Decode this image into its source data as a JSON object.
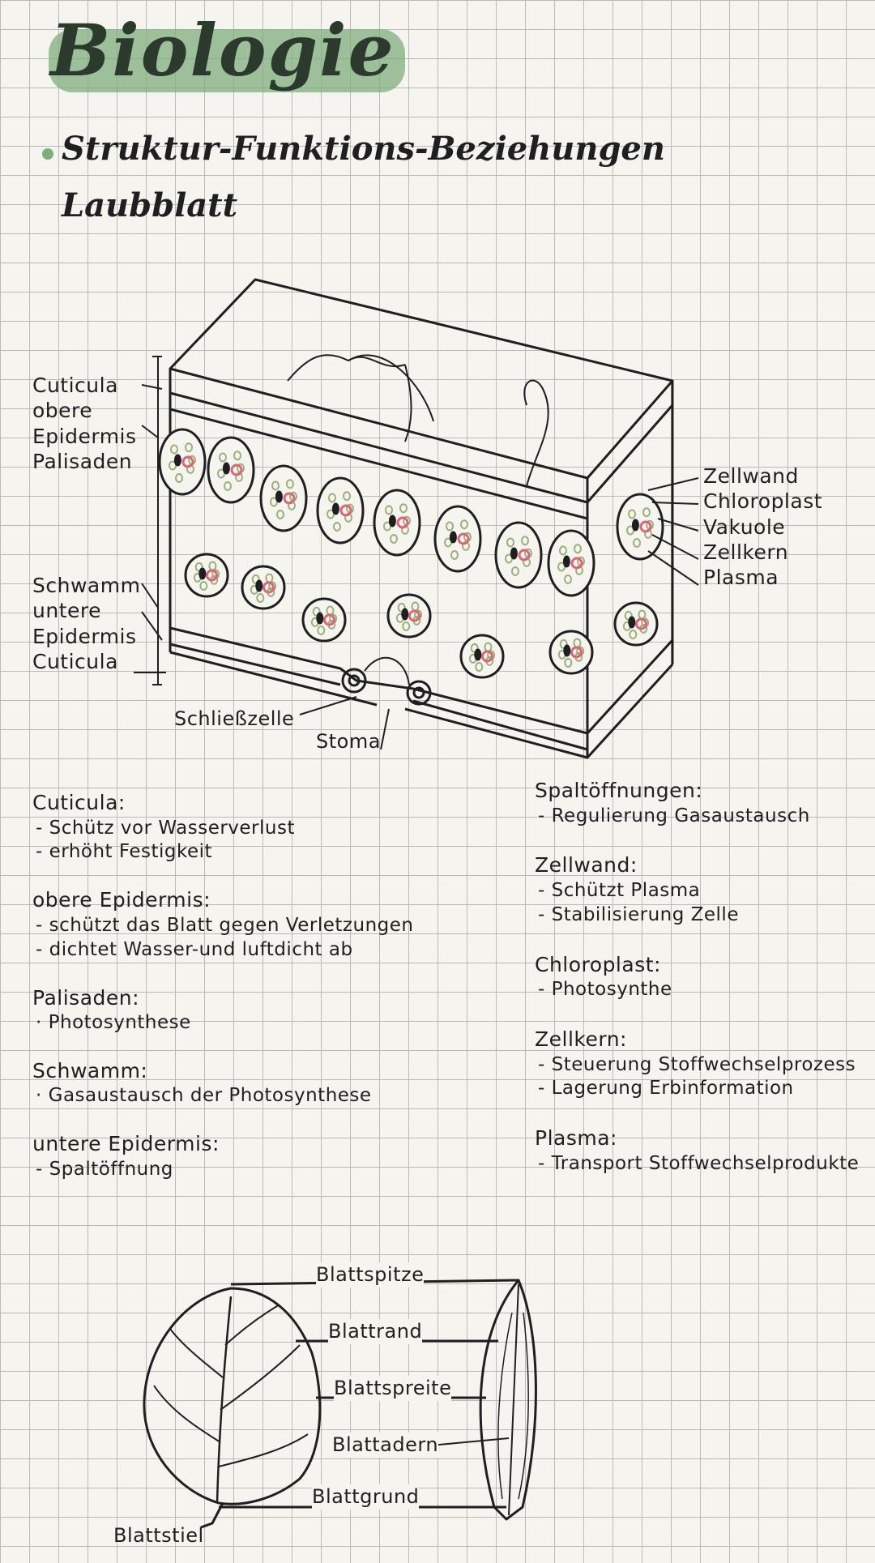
{
  "title": "Biologie",
  "subtitle": "Struktur-Funktions-Beziehungen",
  "topic": "Laubblatt",
  "cross_section": {
    "left_labels": [
      "Cuticula",
      "obere",
      "Epidermis",
      "Palisaden"
    ],
    "left_labels_lower": [
      "Schwamm",
      "untere",
      "Epidermis",
      "Cuticula"
    ],
    "right_labels": [
      "Zellwand",
      "Chloroplast",
      "Vakuole",
      "Zellkern",
      "Plasma"
    ],
    "bottom_labels": [
      "Schließzelle",
      "Stoma"
    ]
  },
  "notes_left": [
    {
      "heading": "Cuticula:",
      "items": [
        "- Schütz vor Wasserverlust",
        "- erhöht Festigkeit"
      ]
    },
    {
      "heading": "obere Epidermis:",
      "items": [
        "- schützt das Blatt gegen Verletzungen",
        "- dichtet Wasser-und luftdicht ab"
      ]
    },
    {
      "heading": "Palisaden:",
      "items": [
        "· Photosynthese"
      ]
    },
    {
      "heading": "Schwamm:",
      "items": [
        "· Gasaustausch der Photosynthese"
      ]
    },
    {
      "heading": "untere Epidermis:",
      "items": [
        "- Spaltöffnung"
      ]
    }
  ],
  "notes_right": [
    {
      "heading": "Spaltöffnungen:",
      "items": [
        "- Regulierung Gasaustausch"
      ]
    },
    {
      "heading": "Zellwand:",
      "items": [
        "- Schützt Plasma",
        "- Stabilisierung Zelle"
      ]
    },
    {
      "heading": "Chloroplast:",
      "items": [
        "- Photosynthe"
      ]
    },
    {
      "heading": "Zellkern:",
      "items": [
        "- Steuerung Stoffwechselprozess",
        "- Lagerung Erbinformation"
      ]
    },
    {
      "heading": "Plasma:",
      "items": [
        "- Transport Stoffwechselprodukte"
      ]
    }
  ],
  "leaf_diagram": {
    "labels": [
      "Blattspitze",
      "Blattrand",
      "Blattspreite",
      "Blattadern",
      "Blattgrund",
      "Blattstiel"
    ]
  },
  "colors": {
    "accent_green": "#7fae7e",
    "cell_green": "#9ab07a",
    "vacuole_red": "#d9677a",
    "ink": "#1f1f22"
  }
}
